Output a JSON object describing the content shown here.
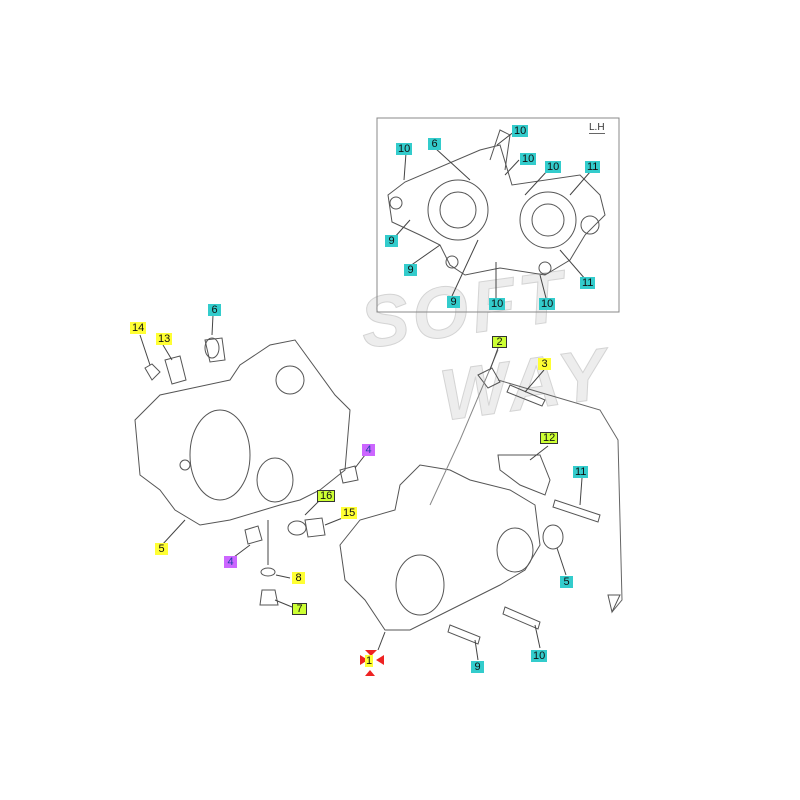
{
  "watermark": [
    "SOFT",
    "WAY"
  ],
  "inset": {
    "side_label": "L.H",
    "callouts": [
      "10",
      "6",
      "10",
      "10",
      "11",
      "10",
      "9",
      "9",
      "9",
      "10",
      "10",
      "11"
    ]
  },
  "callouts": {
    "left_case": [
      "6",
      "14",
      "13",
      "5",
      "4",
      "4",
      "16",
      "15",
      "8",
      "7"
    ],
    "right_case": [
      "2",
      "3",
      "12",
      "11",
      "5",
      "9",
      "10",
      "1"
    ]
  },
  "colors": {
    "yellow": "#ffff33",
    "cyan": "#33cccc",
    "purple": "#cc66ff",
    "green": "#ccff33",
    "marker": "#ee2222"
  }
}
